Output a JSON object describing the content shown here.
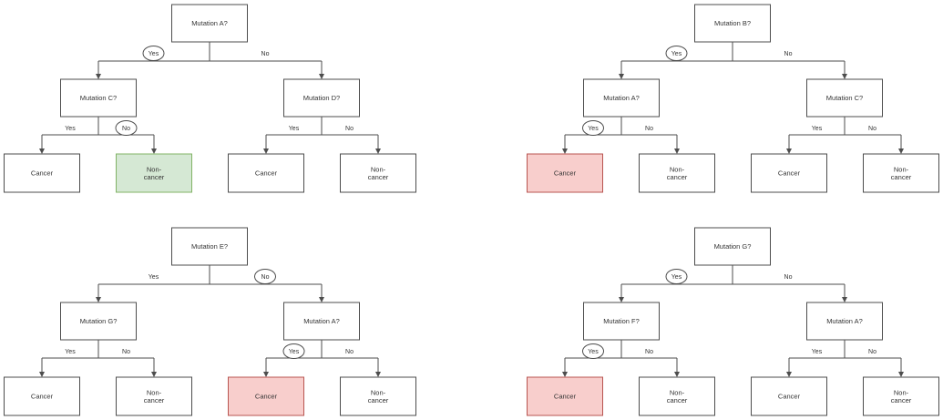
{
  "canvas": {
    "background": "#ffffff"
  },
  "colors": {
    "node_fill": "#ffffff",
    "node_stroke": "#4d4d4d",
    "line": "#4d4d4d",
    "text": "#333333",
    "circle_fill": "#ffffff",
    "green_fill": "#d5e8d4",
    "green_stroke": "#82b366",
    "red_fill": "#f8cecc",
    "red_stroke": "#b85450"
  },
  "trees": [
    {
      "name": "decision-tree-top-left",
      "root": {
        "lines": [
          "Mutation A?"
        ]
      },
      "root_edges": {
        "yes": {
          "label": "Yes",
          "circled": true
        },
        "no": {
          "label": "No",
          "circled": false
        }
      },
      "children": [
        {
          "label": {
            "lines": [
              "Mutation C?"
            ]
          },
          "edges": {
            "yes": {
              "label": "Yes",
              "circled": false
            },
            "no": {
              "label": "No",
              "circled": true
            }
          },
          "leaves": [
            {
              "lines": [
                "Cancer"
              ],
              "highlight": "none"
            },
            {
              "lines": [
                "Non-",
                "cancer"
              ],
              "highlight": "green"
            }
          ]
        },
        {
          "label": {
            "lines": [
              "Mutation D?"
            ]
          },
          "edges": {
            "yes": {
              "label": "Yes",
              "circled": false
            },
            "no": {
              "label": "No",
              "circled": false
            }
          },
          "leaves": [
            {
              "lines": [
                "Cancer"
              ],
              "highlight": "none"
            },
            {
              "lines": [
                "Non-",
                "cancer"
              ],
              "highlight": "none"
            }
          ]
        }
      ]
    },
    {
      "name": "decision-tree-top-right",
      "root": {
        "lines": [
          "Mutation B?"
        ]
      },
      "root_edges": {
        "yes": {
          "label": "Yes",
          "circled": true
        },
        "no": {
          "label": "No",
          "circled": false
        }
      },
      "children": [
        {
          "label": {
            "lines": [
              "Mutation A?"
            ]
          },
          "edges": {
            "yes": {
              "label": "Yes",
              "circled": true
            },
            "no": {
              "label": "No",
              "circled": false
            }
          },
          "leaves": [
            {
              "lines": [
                "Cancer"
              ],
              "highlight": "red"
            },
            {
              "lines": [
                "Non-",
                "cancer"
              ],
              "highlight": "none"
            }
          ]
        },
        {
          "label": {
            "lines": [
              "Mutation C?"
            ]
          },
          "edges": {
            "yes": {
              "label": "Yes",
              "circled": false
            },
            "no": {
              "label": "No",
              "circled": false
            }
          },
          "leaves": [
            {
              "lines": [
                "Cancer"
              ],
              "highlight": "none"
            },
            {
              "lines": [
                "Non-",
                "cancer"
              ],
              "highlight": "none"
            }
          ]
        }
      ]
    },
    {
      "name": "decision-tree-bottom-left",
      "root": {
        "lines": [
          "Mutation E?"
        ]
      },
      "root_edges": {
        "yes": {
          "label": "Yes",
          "circled": false
        },
        "no": {
          "label": "No",
          "circled": true
        }
      },
      "children": [
        {
          "label": {
            "lines": [
              "Mutation G?"
            ]
          },
          "edges": {
            "yes": {
              "label": "Yes",
              "circled": false
            },
            "no": {
              "label": "No",
              "circled": false
            }
          },
          "leaves": [
            {
              "lines": [
                "Cancer"
              ],
              "highlight": "none"
            },
            {
              "lines": [
                "Non-",
                "cancer"
              ],
              "highlight": "none"
            }
          ]
        },
        {
          "label": {
            "lines": [
              "Mutation A?"
            ]
          },
          "edges": {
            "yes": {
              "label": "Yes",
              "circled": true
            },
            "no": {
              "label": "No",
              "circled": false
            }
          },
          "leaves": [
            {
              "lines": [
                "Cancer"
              ],
              "highlight": "red"
            },
            {
              "lines": [
                "Non-",
                "cancer"
              ],
              "highlight": "none"
            }
          ]
        }
      ]
    },
    {
      "name": "decision-tree-bottom-right",
      "root": {
        "lines": [
          "Mutation G?"
        ]
      },
      "root_edges": {
        "yes": {
          "label": "Yes",
          "circled": true
        },
        "no": {
          "label": "No",
          "circled": false
        }
      },
      "children": [
        {
          "label": {
            "lines": [
              "Mutation F?"
            ]
          },
          "edges": {
            "yes": {
              "label": "Yes",
              "circled": true
            },
            "no": {
              "label": "No",
              "circled": false
            }
          },
          "leaves": [
            {
              "lines": [
                "Cancer"
              ],
              "highlight": "red"
            },
            {
              "lines": [
                "Non-",
                "cancer"
              ],
              "highlight": "none"
            }
          ]
        },
        {
          "label": {
            "lines": [
              "Mutation A?"
            ]
          },
          "edges": {
            "yes": {
              "label": "Yes",
              "circled": false
            },
            "no": {
              "label": "No",
              "circled": false
            }
          },
          "leaves": [
            {
              "lines": [
                "Cancer"
              ],
              "highlight": "none"
            },
            {
              "lines": [
                "Non-",
                "cancer"
              ],
              "highlight": "none"
            }
          ]
        }
      ]
    }
  ]
}
